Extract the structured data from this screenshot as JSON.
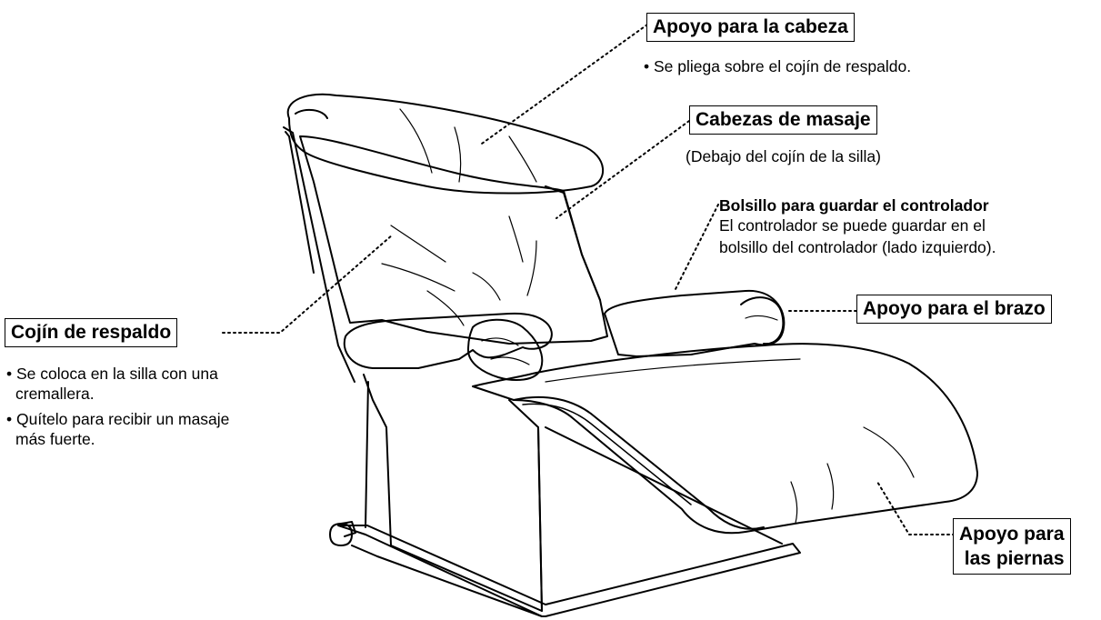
{
  "headrest": {
    "title": "Apoyo para la cabeza",
    "note": "• Se pliega sobre el cojín de respaldo."
  },
  "massage_heads": {
    "title": "Cabezas de masaje",
    "note": "(Debajo del cojín de la silla)"
  },
  "controller_pocket": {
    "title": "Bolsillo para guardar el controlador",
    "line1": "El controlador se puede guardar en el",
    "line2": "bolsillo del controlador (lado izquierdo)."
  },
  "armrest": {
    "title": "Apoyo para el brazo"
  },
  "back_cushion": {
    "title": "Cojín de respaldo",
    "note1_line1": "• Se coloca en la silla con una",
    "note1_line2": "cremallera.",
    "note2_line1": "• Quítelo para recibir un masaje",
    "note2_line2": "más fuerte."
  },
  "legrest": {
    "title_line1": "Apoyo para",
    "title_line2": "las piernas"
  },
  "colors": {
    "line": "#000000",
    "background": "#ffffff"
  }
}
